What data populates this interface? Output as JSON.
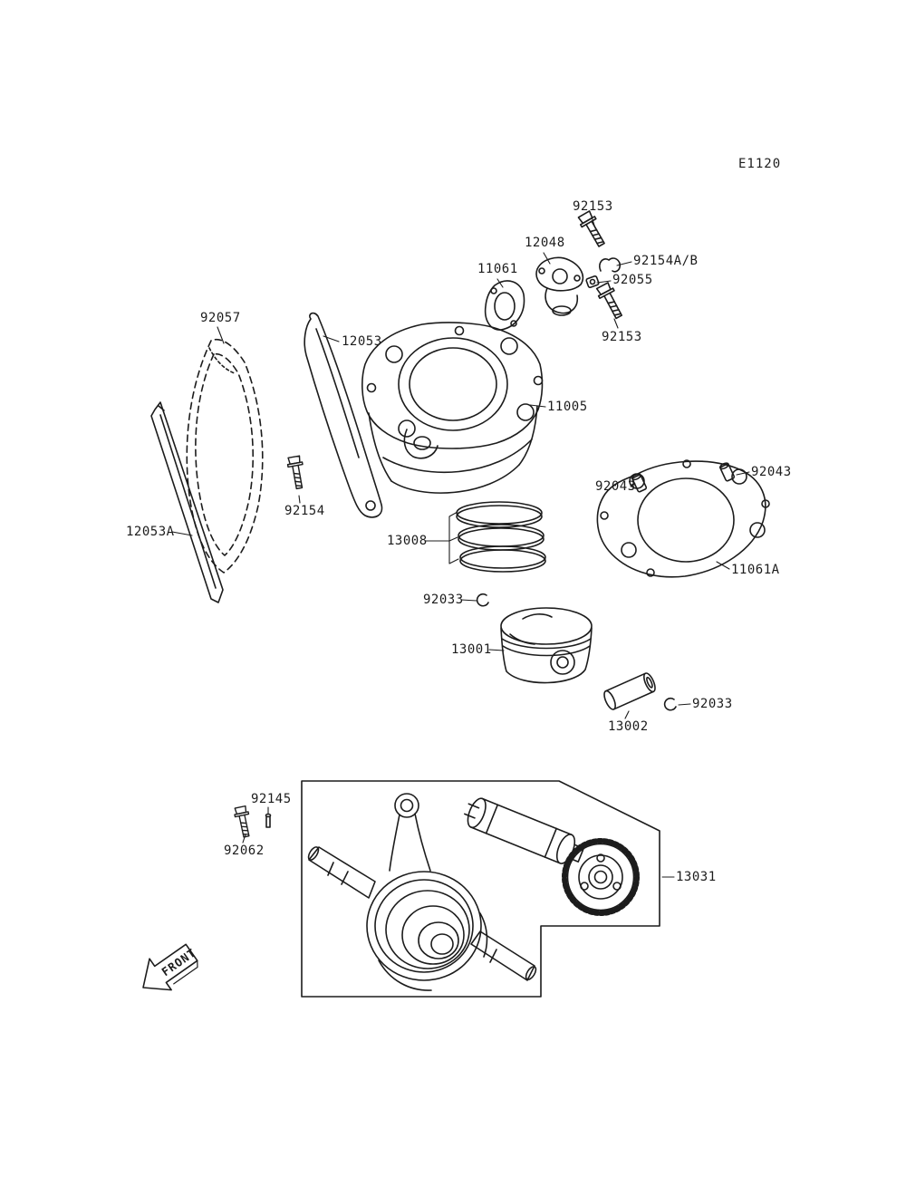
{
  "page": {
    "code": "E1120",
    "front_label": "FRONT"
  },
  "colors": {
    "background": "#ffffff",
    "line": "#1c1c1c",
    "text": "#1c1c1c"
  },
  "labels": [
    {
      "id": "92153-top",
      "text": "92153"
    },
    {
      "id": "12048",
      "text": "12048"
    },
    {
      "id": "11061",
      "text": "11061"
    },
    {
      "id": "92154AB",
      "text": "92154A/B"
    },
    {
      "id": "92055",
      "text": "92055"
    },
    {
      "id": "92153-bottom",
      "text": "92153"
    },
    {
      "id": "92057",
      "text": "92057"
    },
    {
      "id": "12053",
      "text": "12053"
    },
    {
      "id": "11005",
      "text": "11005"
    },
    {
      "id": "92043-left",
      "text": "92043"
    },
    {
      "id": "92043-right",
      "text": "92043"
    },
    {
      "id": "12053A",
      "text": "12053A"
    },
    {
      "id": "92154",
      "text": "92154"
    },
    {
      "id": "13008",
      "text": "13008"
    },
    {
      "id": "11061A",
      "text": "11061A"
    },
    {
      "id": "92033-top",
      "text": "92033"
    },
    {
      "id": "13001",
      "text": "13001"
    },
    {
      "id": "13002",
      "text": "13002"
    },
    {
      "id": "92033-bottom",
      "text": "92033"
    },
    {
      "id": "92145",
      "text": "92145"
    },
    {
      "id": "92062",
      "text": "92062"
    },
    {
      "id": "13031",
      "text": "13031"
    }
  ]
}
